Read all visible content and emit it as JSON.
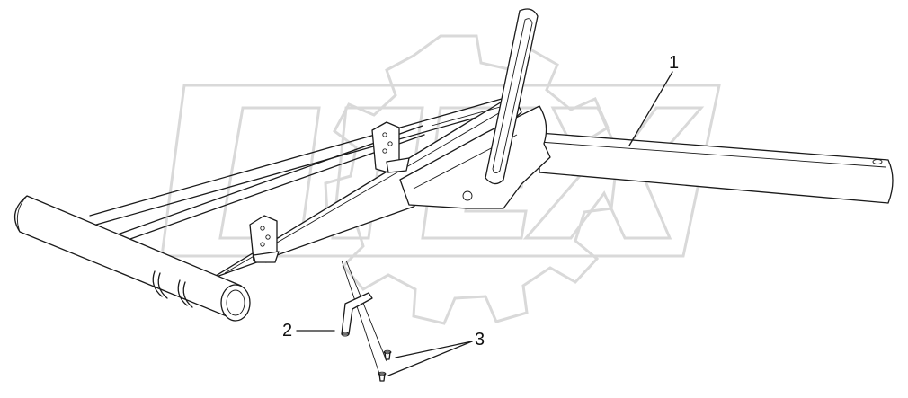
{
  "callouts": {
    "c1": "1",
    "c2": "2",
    "c3": "3"
  },
  "watermark": {
    "color": "#d9d9d9"
  }
}
